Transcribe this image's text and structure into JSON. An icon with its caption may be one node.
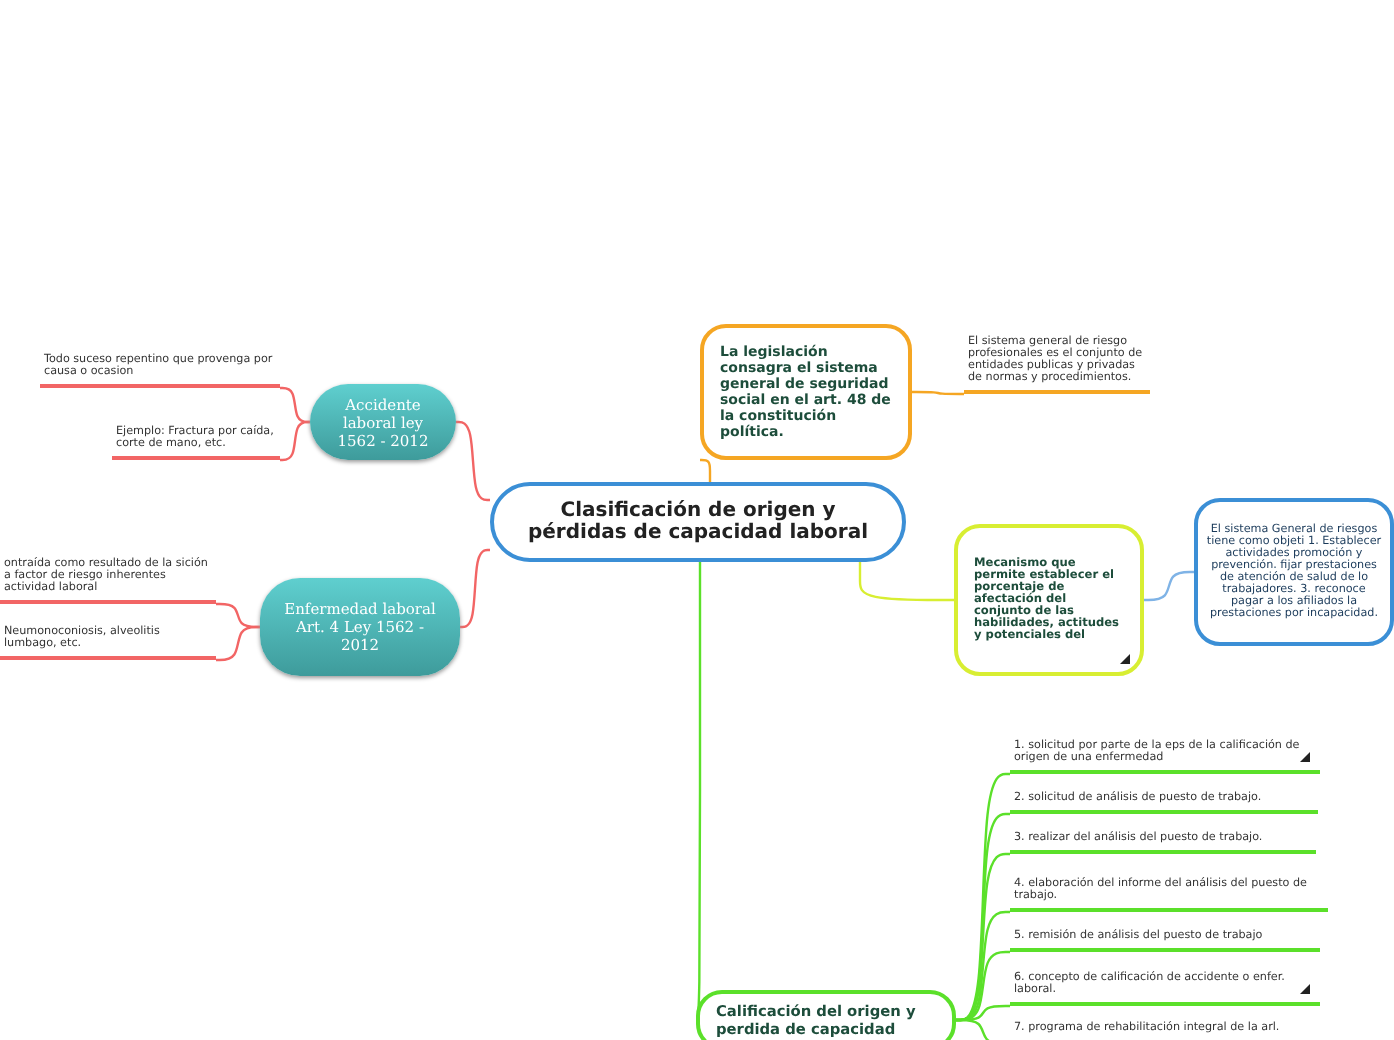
{
  "diagram": {
    "nodes": [
      {
        "text": [
          "Clasificación de origen y pérdidas de capacidad laboral"
        ]
      },
      {
        "text": [
          "La legislación consagra el sistema general de seguridad social en el art. 48 de la constitución política."
        ]
      },
      {
        "text": [
          "El sistema general de riesgo profesionales es el conjunto de entidades publicas y privadas de normas y procedimientos."
        ]
      },
      {
        "text": [
          "Mecanismo que permite establecer el porcentaje de afectación del conjunto de las habilidades, actitudes y potenciales del"
        ]
      },
      {
        "text": [
          "El sistema General de riesgos tiene como objeti 1. Establecer actividades promoción y prevención. fijar prestaciones de atención de salud de lo trabajadores. 3. reconoce pagar a los afiliados la prestaciones por incapacidad."
        ]
      },
      {
        "text": [
          "Calificación del origen y perdida de capacidad"
        ]
      },
      {
        "text": [
          "1. solicitud por parte de la eps de la calificación de origen de una enfermedad"
        ]
      },
      {
        "text": [
          "2. solicitud de análisis de puesto de trabajo."
        ]
      },
      {
        "text": [
          "3. realizar del análisis del puesto de trabajo."
        ]
      },
      {
        "text": [
          "4. elaboración del informe del análisis del puesto de trabajo."
        ]
      },
      {
        "text": [
          "5. remisión de análisis del puesto de trabajo"
        ]
      },
      {
        "text": [
          "6. concepto de calificación de accidente o enfer. laboral."
        ]
      },
      {
        "text": [
          "7. programa de rehabilitación integral de la arl."
        ]
      },
      {
        "text": [
          "Accidente laboral ley 1562 - 2012"
        ]
      },
      {
        "text": [
          "Todo suceso repentino que provenga por causa o ocasion"
        ]
      },
      {
        "text": [
          "Ejemplo: Fractura por caída, corte de mano, etc."
        ]
      },
      {
        "text": [
          "Enfermedad laboral Art. 4 Ley 1562 - 2012"
        ]
      },
      {
        "text": [
          "ontraída como resultado de la sición a factor de riesgo inherentes actividad laboral"
        ]
      },
      {
        "text": [
          "Neumonoconiosis, alveolitis lumbago, etc."
        ]
      }
    ],
    "edges": [
      {
        "from": 0,
        "to": 1,
        "arrow": "none",
        "color": "#f5a623"
      },
      {
        "from": 1,
        "to": 2,
        "arrow": "none",
        "color": "#f5a623"
      },
      {
        "from": 0,
        "to": 3,
        "arrow": "none",
        "color": "#d8ee32"
      },
      {
        "from": 3,
        "to": 4,
        "arrow": "none",
        "color": "#7fb3e6"
      },
      {
        "from": 0,
        "to": 5,
        "arrow": "none"
      },
      {
        "from": 5,
        "to": 6,
        "arrow": "none"
      },
      {
        "from": 5,
        "to": 7,
        "arrow": "none"
      },
      {
        "from": 5,
        "to": 8,
        "arrow": "none"
      },
      {
        "from": 5,
        "to": 9,
        "arrow": "none"
      },
      {
        "from": 5,
        "to": 10,
        "arrow": "none"
      },
      {
        "from": 5,
        "to": 11,
        "arrow": "none"
      },
      {
        "from": 5,
        "to": 12,
        "arrow": "none"
      },
      {
        "from": 0,
        "to": 13,
        "arrow": "none",
        "color": "#f26565"
      },
      {
        "from": 13,
        "to": 14,
        "arrow": "none",
        "color": "#f26565"
      },
      {
        "from": 13,
        "to": 15,
        "arrow": "none",
        "color": "#f26565"
      },
      {
        "from": 0,
        "to": 16,
        "arrow": "none",
        "color": "#f26565"
      },
      {
        "from": 16,
        "to": 17,
        "arrow": "none",
        "color": "#f26565"
      },
      {
        "from": 16,
        "to": 18,
        "arrow": "none",
        "color": "#f26565"
      }
    ]
  }
}
